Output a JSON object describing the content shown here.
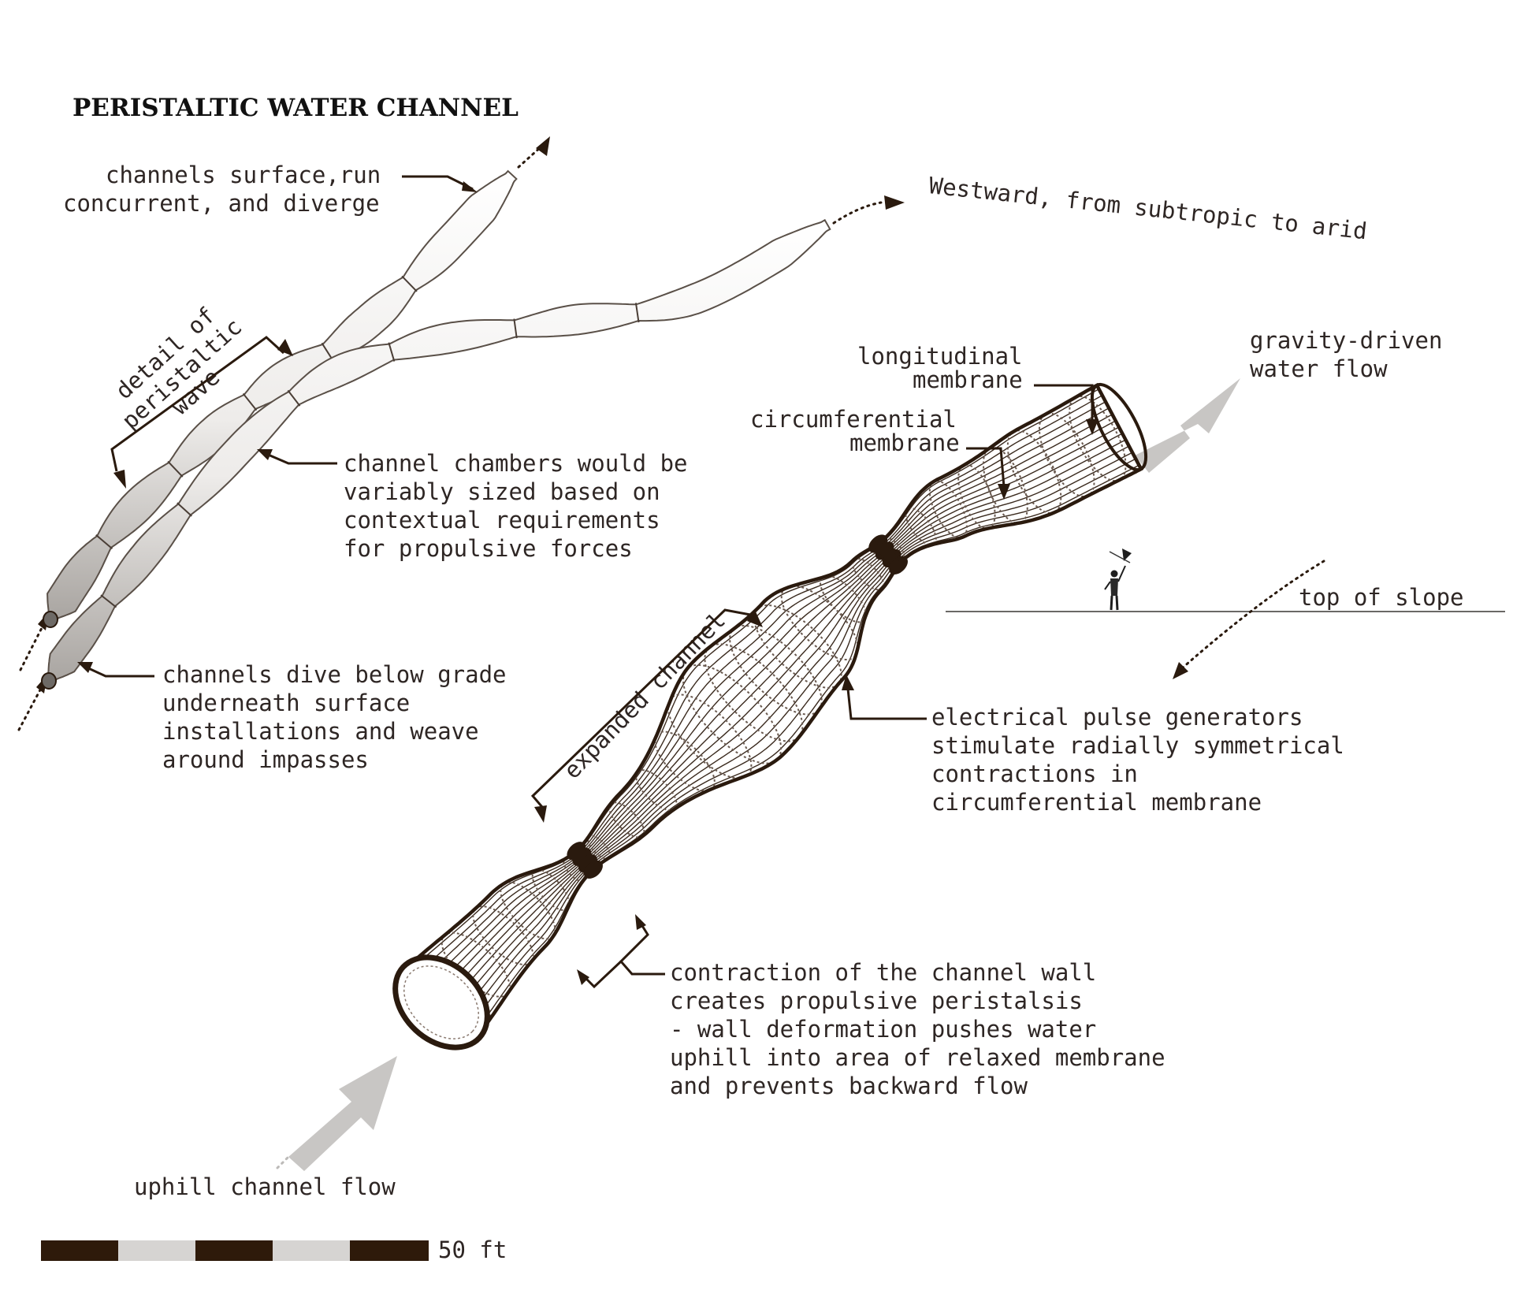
{
  "title": "PERISTALTIC WATER CHANNEL",
  "labels": {
    "channels_surface": [
      "channels surface,run",
      "concurrent, and diverge"
    ],
    "westward": "Westward, from subtropic to arid",
    "detail_wave": [
      "detail of",
      "peristaltic",
      "wave"
    ],
    "channel_chambers": [
      "channel chambers would be",
      "variably sized based on",
      "contextual requirements",
      "for propulsive forces"
    ],
    "channels_dive": [
      "channels dive below grade",
      "underneath surface",
      "installations and weave",
      "around impasses"
    ],
    "longitudinal_membrane": [
      "longitudinal",
      "membrane"
    ],
    "circumferential_membrane": [
      "circumferential",
      "membrane"
    ],
    "gravity_flow": [
      "gravity-driven",
      "water flow"
    ],
    "top_of_slope": "top of slope",
    "expanded_channel": "expanded channel",
    "pulse_generators": [
      "electrical pulse generators",
      "stimulate radially symmetrical",
      "contractions in",
      "circumferential membrane"
    ],
    "contraction": [
      "contraction of the channel wall",
      "creates propulsive peristalsis",
      "- wall deformation pushes water",
      "uphill into area of relaxed membrane",
      "and prevents backward flow"
    ],
    "uphill_flow": "uphill channel flow",
    "scale": "50 ft"
  },
  "colors": {
    "ink": "#2a1a0e",
    "text": "#2e2624",
    "arrow_grey": "#c8c6c4",
    "scale_dark": "#2e1a0a",
    "scale_light": "#d6d4d2"
  }
}
